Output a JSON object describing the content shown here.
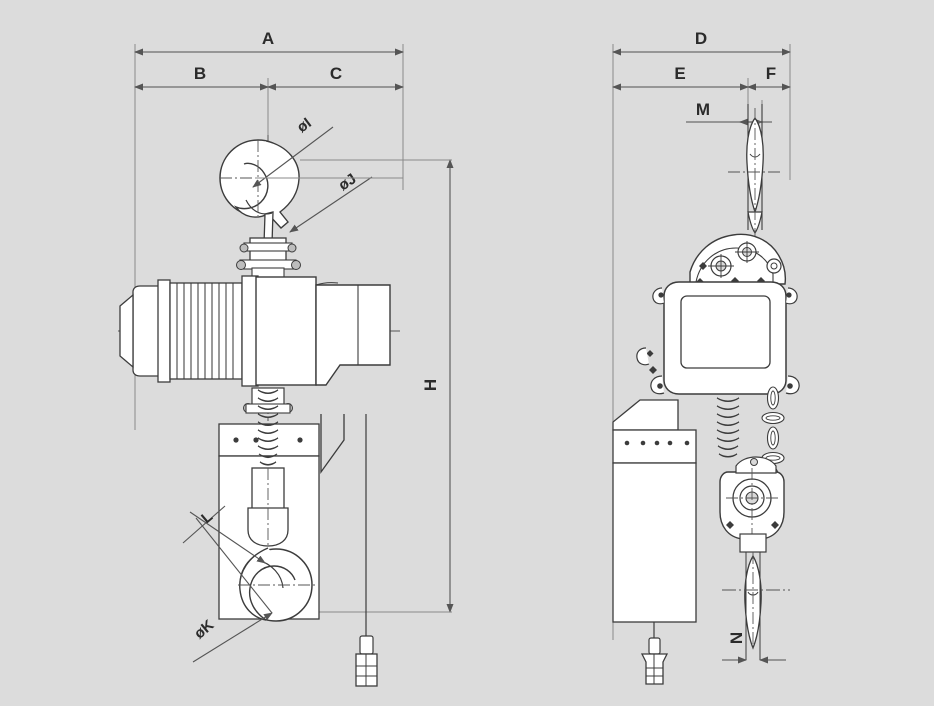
{
  "drawing": {
    "title": "Electric Chain Hoist Dimensional Drawing",
    "background_color": "#dcdcdc",
    "line_color": "#3c3c3c",
    "fill_color": "#ffffff",
    "dimension_line_color": "#6b6b6b",
    "views": [
      {
        "id": "front-view",
        "name": "front-elevation"
      },
      {
        "id": "side-view",
        "name": "side-elevation"
      }
    ]
  },
  "dimensions": {
    "front": {
      "A": "A",
      "B": "B",
      "C": "C",
      "H": "H",
      "dia_I": "øI",
      "dia_J": "øJ",
      "dia_K": "øK",
      "L": "L"
    },
    "side": {
      "D": "D",
      "E": "E",
      "F": "F",
      "M": "M",
      "N": "N"
    }
  },
  "labels": [
    {
      "key": "A",
      "text": "A",
      "view": "front",
      "orientation": "horizontal"
    },
    {
      "key": "B",
      "text": "B",
      "view": "front",
      "orientation": "horizontal"
    },
    {
      "key": "C",
      "text": "C",
      "view": "front",
      "orientation": "horizontal"
    },
    {
      "key": "I",
      "text": "øI",
      "view": "front",
      "orientation": "rotated-45"
    },
    {
      "key": "J",
      "text": "øJ",
      "view": "front",
      "orientation": "rotated-45"
    },
    {
      "key": "H",
      "text": "H",
      "view": "front",
      "orientation": "vertical"
    },
    {
      "key": "L",
      "text": "L",
      "view": "front",
      "orientation": "rotated-45"
    },
    {
      "key": "K",
      "text": "øK",
      "view": "front",
      "orientation": "rotated-45"
    },
    {
      "key": "D",
      "text": "D",
      "view": "side",
      "orientation": "horizontal"
    },
    {
      "key": "E",
      "text": "E",
      "view": "side",
      "orientation": "horizontal"
    },
    {
      "key": "F",
      "text": "F",
      "view": "side",
      "orientation": "horizontal"
    },
    {
      "key": "M",
      "text": "M",
      "view": "side",
      "orientation": "horizontal"
    },
    {
      "key": "N",
      "text": "N",
      "view": "side",
      "orientation": "vertical"
    }
  ],
  "components": {
    "front": [
      {
        "name": "top-hook",
        "desc": "top suspension hook with safety latch"
      },
      {
        "name": "suspension-lug",
        "desc": "hook suspension bracket with pins"
      },
      {
        "name": "motor-housing",
        "desc": "finned electric motor housing"
      },
      {
        "name": "gearbox-housing",
        "desc": "gear case body"
      },
      {
        "name": "chain-container",
        "desc": "chain bag / load chain guide"
      },
      {
        "name": "load-chain",
        "desc": "vertical load chain"
      },
      {
        "name": "bottom-hook",
        "desc": "bottom load hook with safety latch"
      },
      {
        "name": "pendant-control",
        "desc": "hanging pendant push-button control"
      },
      {
        "name": "break-line",
        "desc": "zigzag break symbol on chain drop"
      },
      {
        "name": "centre-line",
        "desc": "dash-dot axis centre line"
      }
    ],
    "side": [
      {
        "name": "top-hook",
        "desc": "top suspension hook, side profile"
      },
      {
        "name": "hoist-body",
        "desc": "hoist body side panel with cover plate"
      },
      {
        "name": "limit-switch-cover",
        "desc": "upper mechanism cover with bolts"
      },
      {
        "name": "chain-bag",
        "desc": "rectangular chain container"
      },
      {
        "name": "load-chain",
        "desc": "chain links in side profile"
      },
      {
        "name": "bottom-hook-block",
        "desc": "bottom hook block with sheave"
      },
      {
        "name": "bottom-hook",
        "desc": "bottom load hook"
      },
      {
        "name": "pendant-control",
        "desc": "hanging pendant push-button control"
      }
    ]
  }
}
